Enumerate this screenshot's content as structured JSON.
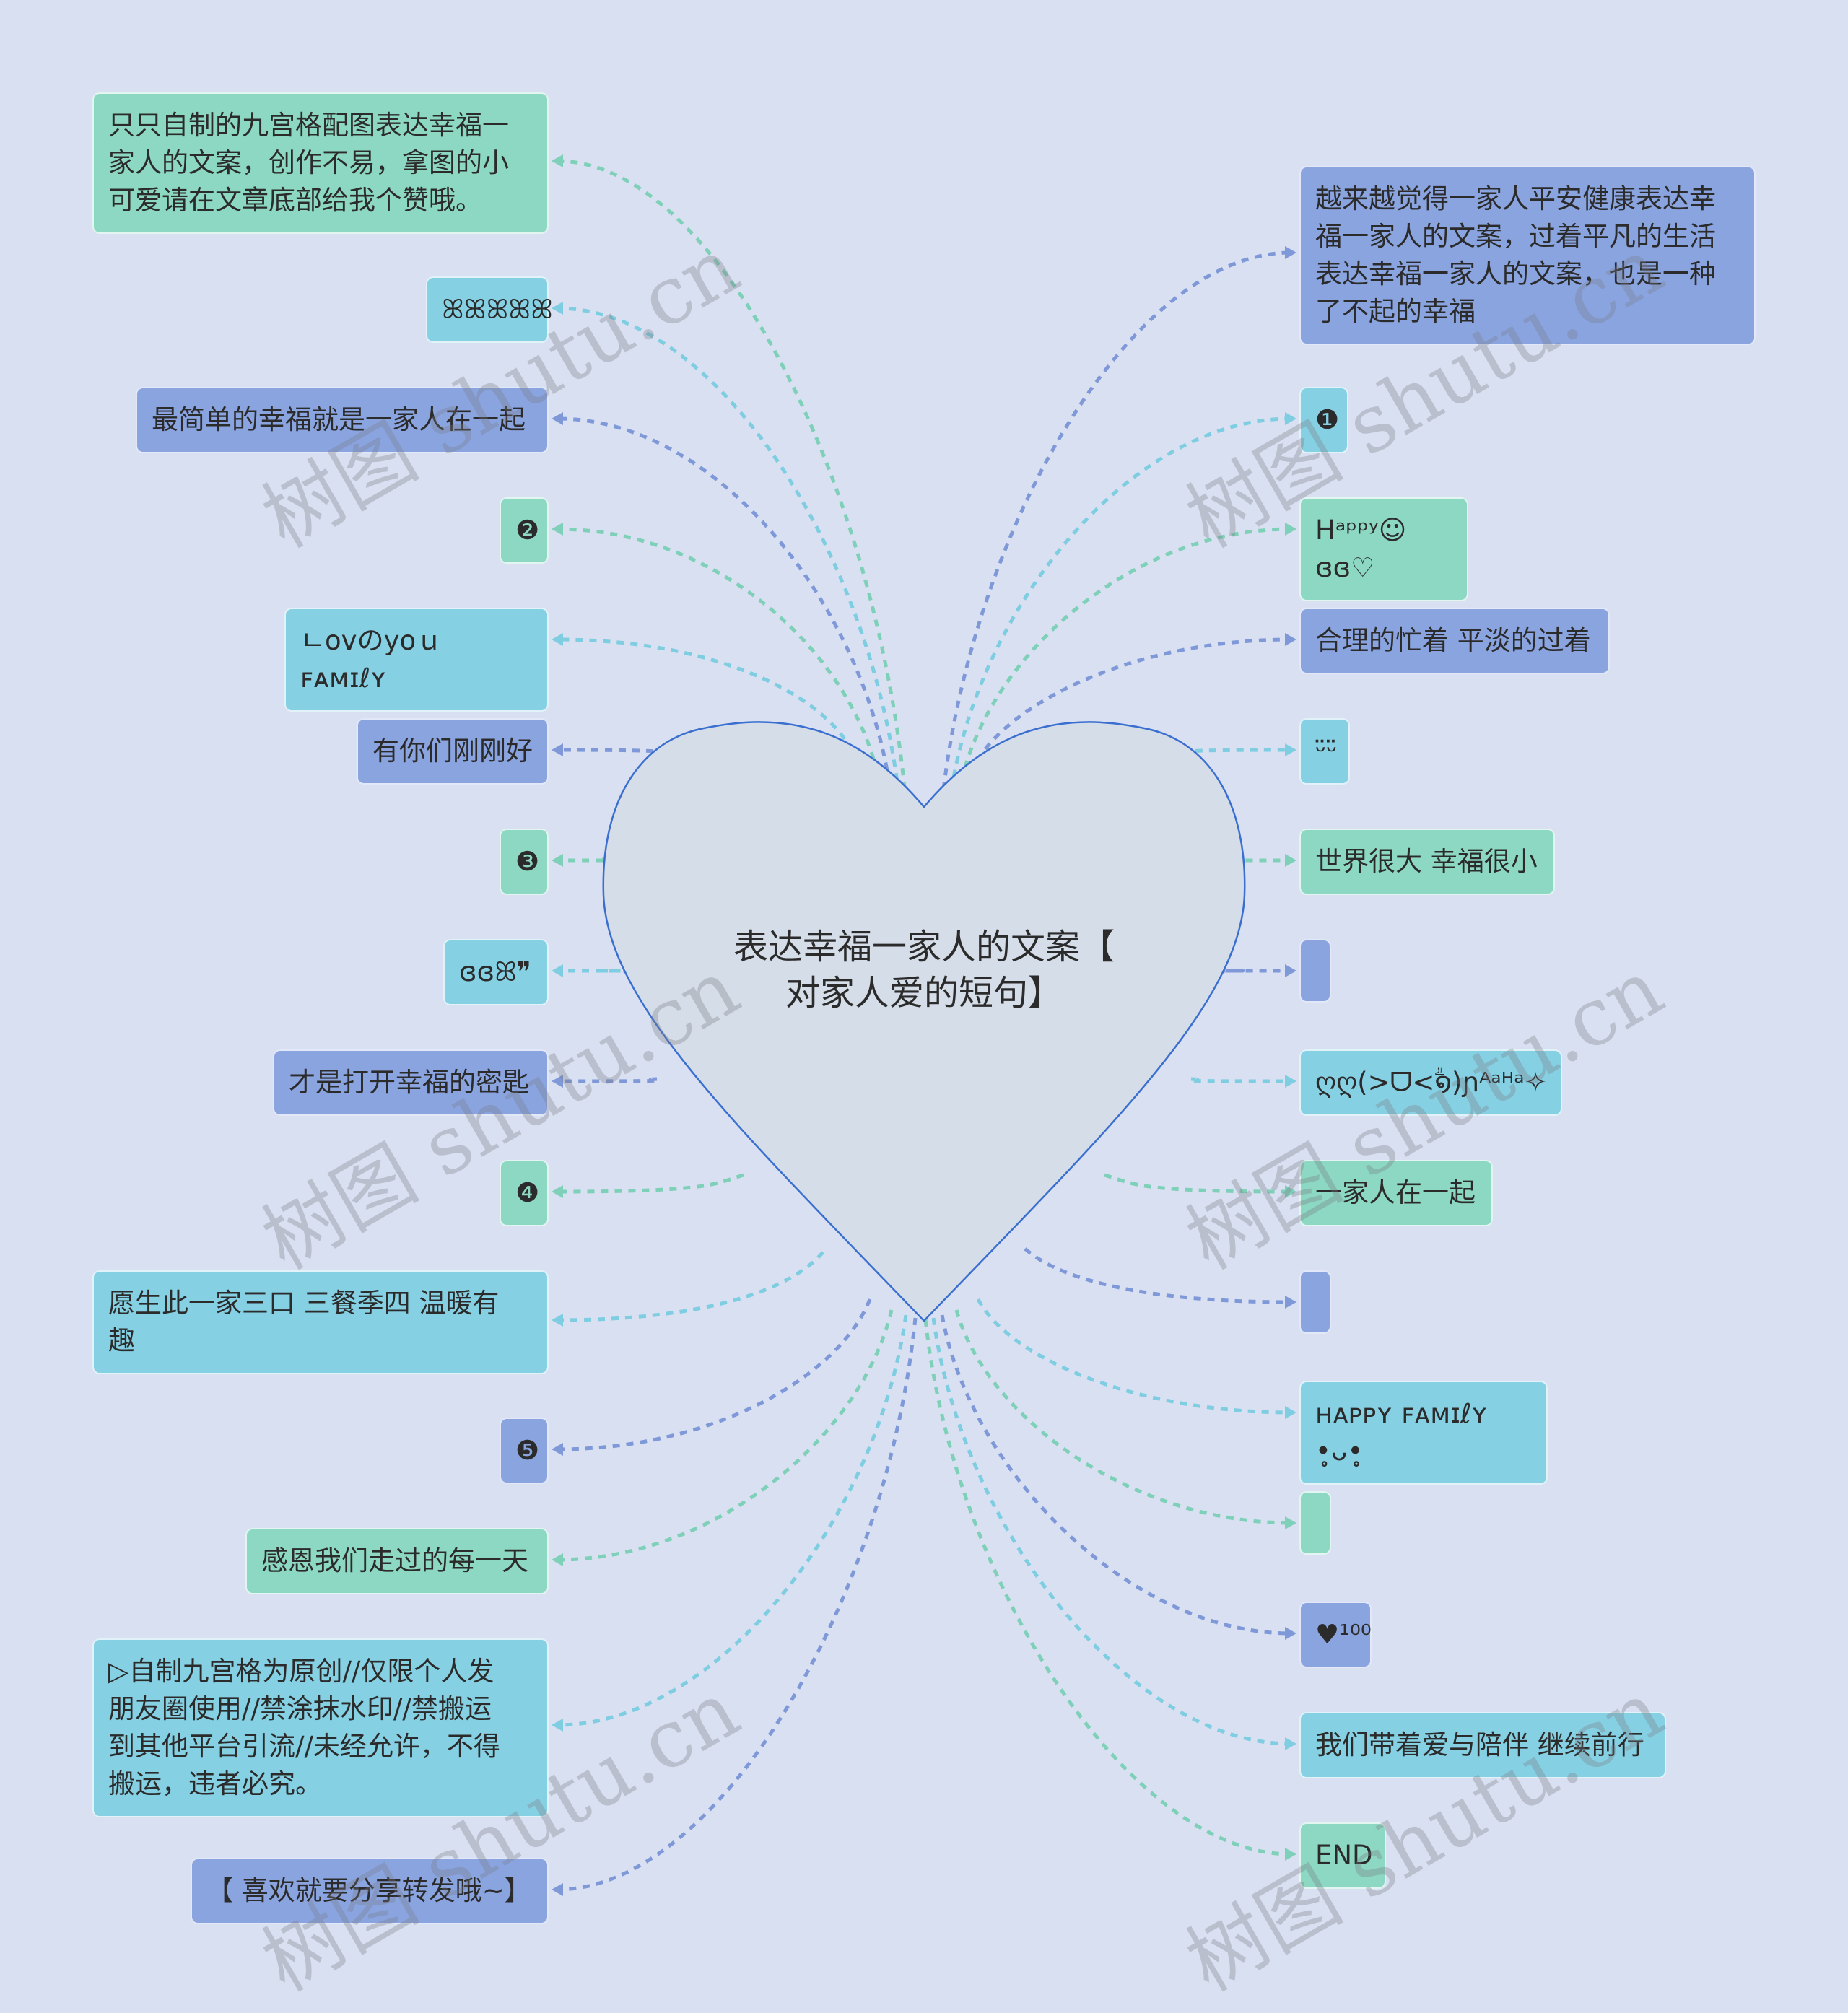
{
  "title": "表达幸福一家人的文案【\n对家人爱的短句】",
  "watermark": "树图 shutu.cn",
  "colors": {
    "background": "#d9e0f2",
    "heart_fill": "#d5dde8",
    "heart_stroke": "#3a6fd0",
    "green": "#8dd8c2",
    "cyan": "#86d0e4",
    "blue": "#8aa4e0"
  },
  "left_nodes": [
    {
      "text": "只只自制的九宫格配图表达幸福一\n家人的文案，创作不易，拿图的小\n可爱请在文章底部给我个赞哦。",
      "color": "green"
    },
    {
      "text": "ꕤꕤꕤꕤꕤ",
      "color": "cyan"
    },
    {
      "text": "最简单的幸福就是一家人在一起",
      "color": "blue"
    },
    {
      "text": "❷",
      "color": "green"
    },
    {
      "text": "ㄴovのyoｕ ꜰᴀᴍɪℓʏ",
      "color": "cyan"
    },
    {
      "text": "有你们刚刚好",
      "color": "blue"
    },
    {
      "text": "❸",
      "color": "green"
    },
    {
      "text": "ɞɞꕤ❞",
      "color": "cyan"
    },
    {
      "text": "才是打开幸福的密匙",
      "color": "blue"
    },
    {
      "text": "❹",
      "color": "green"
    },
    {
      "text": "愿生此一家三口 三餐季四 温暖有\n趣",
      "color": "cyan"
    },
    {
      "text": "❺",
      "color": "blue"
    },
    {
      "text": "感恩我们走过的每一天",
      "color": "green"
    },
    {
      "text": "▷自制九宫格为原创//仅限个人发\n朋友圈使用//禁涂抹水印//禁搬运\n到其他平台引流//未经允许，不得\n搬运，违者必究。",
      "color": "cyan"
    },
    {
      "text": "【 喜欢就要分享转发哦~】",
      "color": "blue"
    }
  ],
  "right_nodes": [
    {
      "text": "越来越觉得一家人平安健康表达幸\n福一家人的文案，过着平凡的生活\n表达幸福一家人的文案，也是一种\n了不起的幸福",
      "color": "blue"
    },
    {
      "text": "❶",
      "color": "cyan"
    },
    {
      "text": "Hᵃᵖᵖʸ☺ɞɞ♡",
      "color": "green"
    },
    {
      "text": "合理的忙着 平淡的过着",
      "color": "blue"
    },
    {
      "text": "ᵕ̈ᵕ̈",
      "color": "cyan"
    },
    {
      "text": "世界很大 幸福很小",
      "color": "green"
    },
    {
      "text": "",
      "color": "blue"
    },
    {
      "text": "ღღ(>ᗜ<ؖ໑)ɲᴬᵃᴴᵃ✧",
      "color": "cyan"
    },
    {
      "text": "一家人在一起",
      "color": "green"
    },
    {
      "text": "",
      "color": "blue"
    },
    {
      "text": "ʜᴀᴘᴘʏ ꜰᴀᴍɪℓʏ •̥ᴗ•̥",
      "color": "cyan"
    },
    {
      "text": "",
      "color": "green"
    },
    {
      "text": "♥¹⁰⁰",
      "color": "blue"
    },
    {
      "text": "我们带着爱与陪伴 继续前行",
      "color": "cyan"
    },
    {
      "text": "END",
      "color": "green"
    }
  ]
}
